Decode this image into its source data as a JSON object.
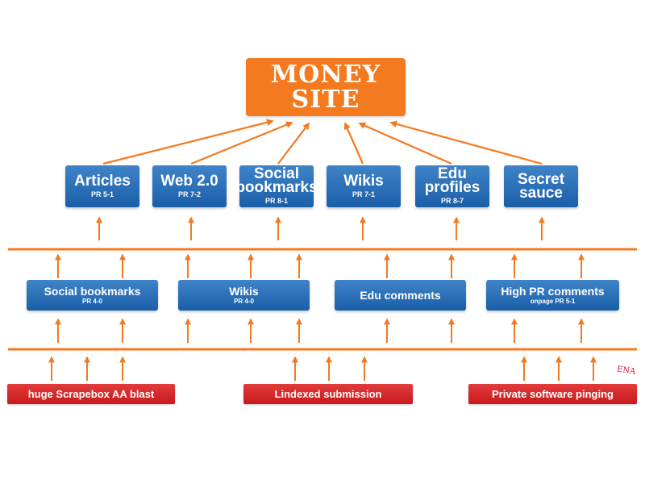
{
  "money_site": {
    "line1": "MONEY",
    "line2": "SITE"
  },
  "tier1": [
    {
      "title": "Articles",
      "pr": "PR 5-1"
    },
    {
      "title": "Web 2.0",
      "pr": "PR 7-2"
    },
    {
      "title": "Social bookmarks",
      "pr": "PR 8-1"
    },
    {
      "title": "Wikis",
      "pr": "PR 7-1"
    },
    {
      "title": "Edu profiles",
      "pr": "PR 8-7"
    },
    {
      "title": "Secret sauce",
      "pr": ""
    }
  ],
  "tier2": [
    {
      "title": "Social bookmarks",
      "pr": "PR 4-0"
    },
    {
      "title": "Wikis",
      "pr": "PR 4-0"
    },
    {
      "title": "Edu comments",
      "pr": ""
    },
    {
      "title": "High PR comments",
      "pr": "onpage PR 5-1"
    }
  ],
  "tier3": [
    {
      "title": "huge Scrapebox AA blast"
    },
    {
      "title": "Lindexed submission"
    },
    {
      "title": "Private software pinging"
    }
  ],
  "stamp_text": "ENA",
  "colors": {
    "orange": "#f47a20",
    "blue": "#2b6fb5",
    "red": "#d42a2a"
  }
}
